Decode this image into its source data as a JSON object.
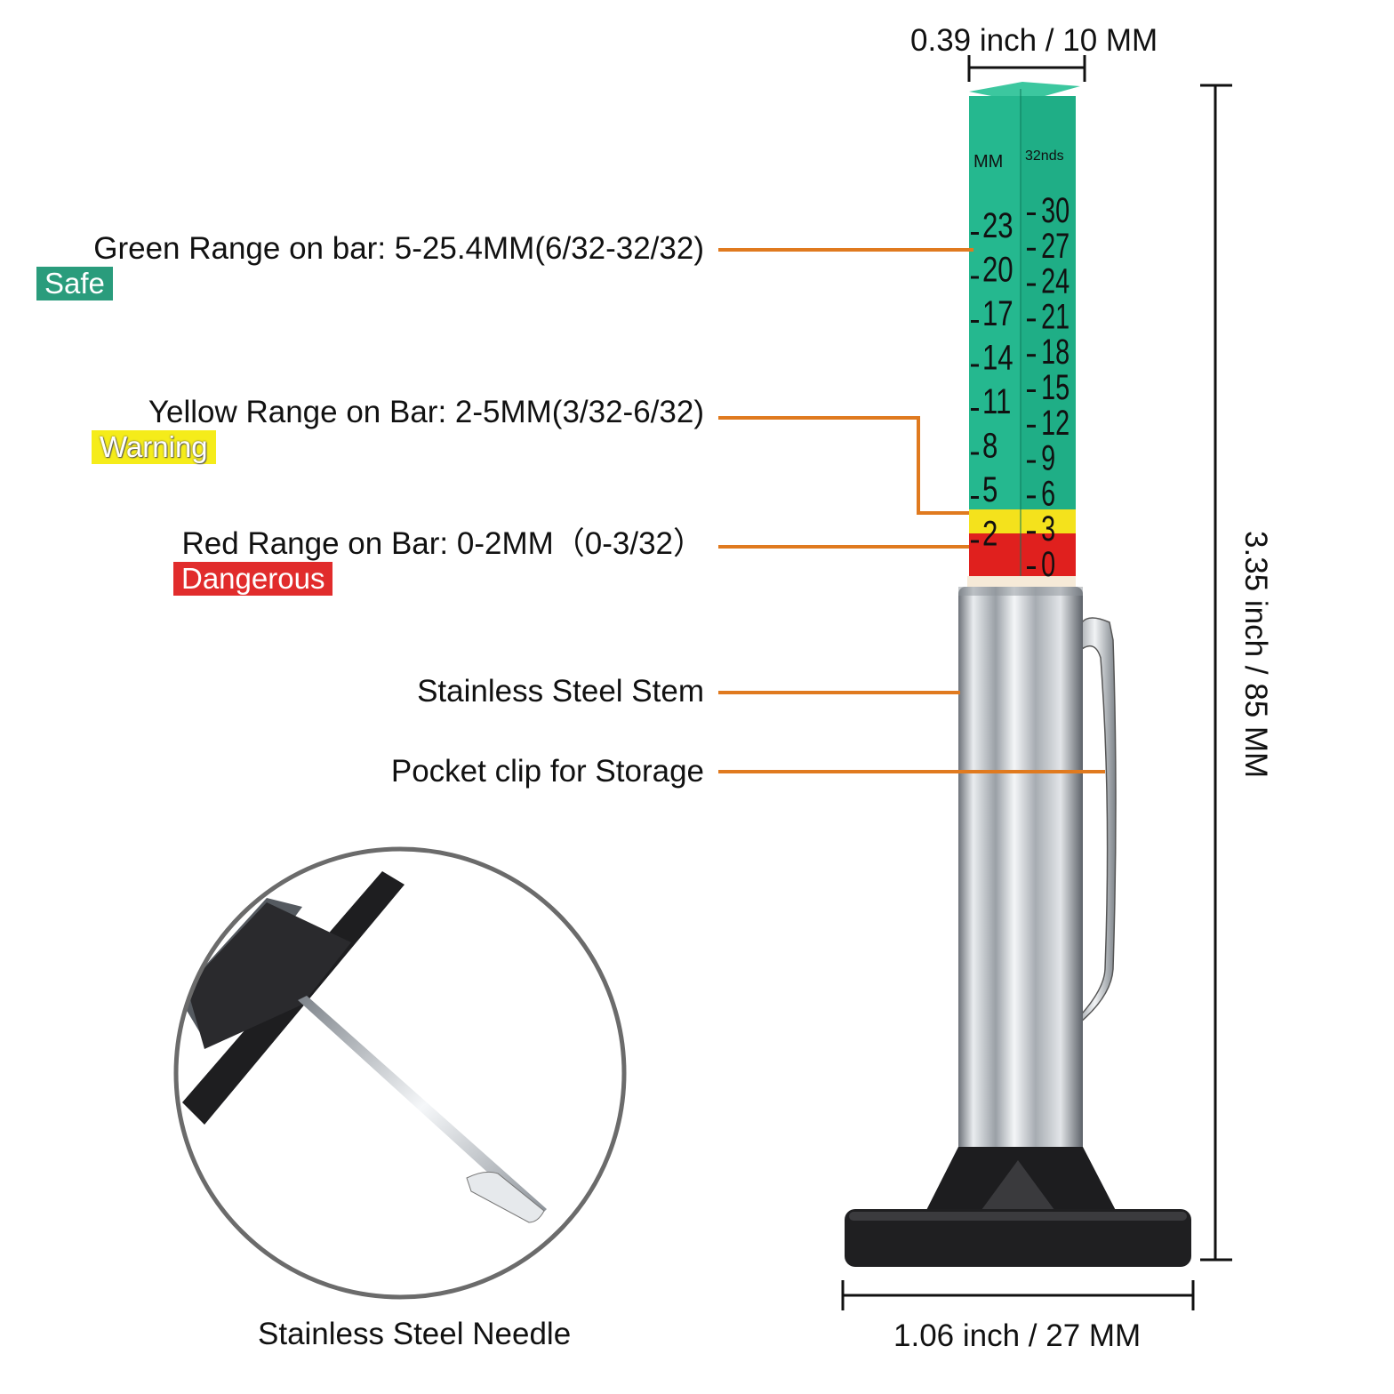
{
  "dimensions": {
    "top_width": "0.39 inch / 10 MM",
    "height": "3.35 inch / 85 MM",
    "base_width": "1.06 inch / 27 MM"
  },
  "callouts": {
    "green": {
      "text": "Green Range on bar: 5-25.4MM(6/32-32/32)",
      "badge": "Safe"
    },
    "yellow": {
      "text": "Yellow Range on Bar: 2-5MM(3/32-6/32)",
      "badge": "Warning"
    },
    "red": {
      "text": "Red Range on Bar: 0-2MM（0-3/32）",
      "badge": "Dangerous"
    },
    "stem": "Stainless Steel Stem",
    "clip": "Pocket clip for Storage",
    "needle": "Stainless Steel Needle"
  },
  "gauge": {
    "mm_header": "MM",
    "in_header": "32nds",
    "mm_scale": [
      "23",
      "20",
      "17",
      "14",
      "11",
      "8",
      "5",
      "2"
    ],
    "in_scale": [
      "30",
      "27",
      "24",
      "21",
      "18",
      "15",
      "12",
      "9",
      "6",
      "3",
      "0"
    ]
  },
  "colors": {
    "green": "#1fae86",
    "yellow": "#f4e21c",
    "red": "#e0201e",
    "leader": "#e07a1f",
    "steel": "#c9cdd2",
    "base": "#222222"
  }
}
